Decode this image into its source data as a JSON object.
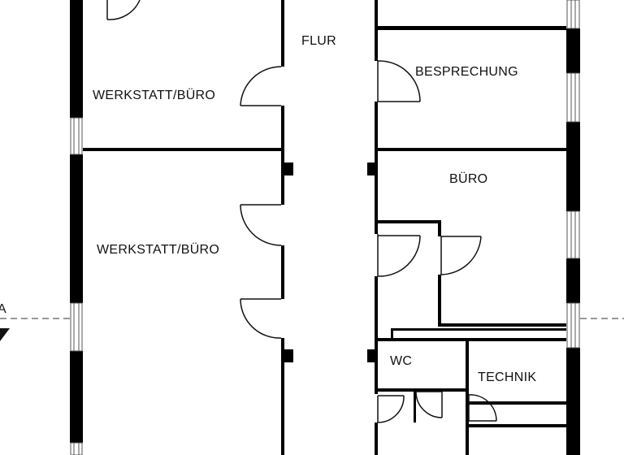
{
  "rooms": {
    "flur": "FLUR",
    "werkstatt_buero_upper": "WERKSTATT/BÜRO",
    "werkstatt_buero_lower": "WERKSTATT/BÜRO",
    "besprechung": "BESPRECHUNG",
    "buero": "BÜRO",
    "wc": "WC",
    "technik": "TECHNIK"
  },
  "section_marker": {
    "label": "A"
  },
  "colors": {
    "wall": "#000000",
    "thin_line": "#111111",
    "window_frame": "#555555",
    "background": "#ffffff"
  }
}
